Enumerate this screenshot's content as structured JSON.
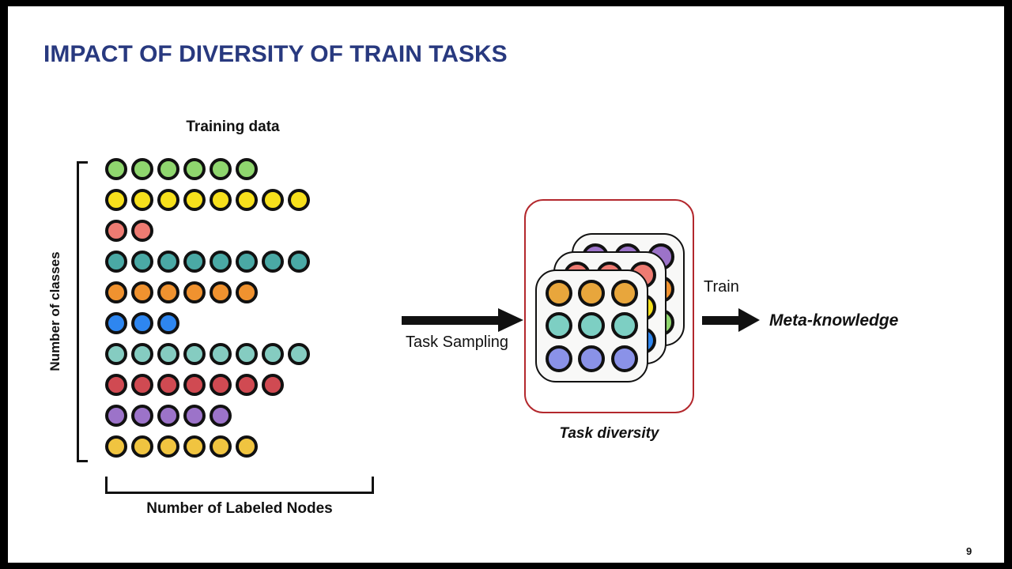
{
  "slide": {
    "title": "IMPACT OF DIVERSITY OF TRAIN TASKS",
    "title_color": "#28397F",
    "page_number": "9"
  },
  "training": {
    "label": "Training data",
    "y_axis_label": "Number of classes",
    "x_axis_label": "Number of Labeled Nodes",
    "dot_outline_color": "#111111",
    "rows": [
      {
        "name": "green",
        "color": "#8FD66E",
        "count": 6
      },
      {
        "name": "yellow",
        "color": "#F7E01C",
        "count": 8
      },
      {
        "name": "salmon",
        "color": "#EE7B72",
        "count": 2
      },
      {
        "name": "teal",
        "color": "#4AA9A5",
        "count": 8
      },
      {
        "name": "orange",
        "color": "#F0922F",
        "count": 6
      },
      {
        "name": "blue",
        "color": "#2E86F0",
        "count": 3
      },
      {
        "name": "aqua",
        "color": "#85CCC1",
        "count": 8
      },
      {
        "name": "red",
        "color": "#D04A52",
        "count": 7
      },
      {
        "name": "purple",
        "color": "#9C73C9",
        "count": 5
      },
      {
        "name": "gold",
        "color": "#F0C440",
        "count": 6
      }
    ]
  },
  "sampling": {
    "label": "Task Sampling"
  },
  "diversity": {
    "label": "Task diversity",
    "box_border_color": "#B3282D",
    "cards": [
      {
        "name": "back-card",
        "rows": [
          [
            "#9C73C9",
            "#9C73C9",
            "#9C73C9"
          ],
          [
            "#F0922F",
            "#F0922F",
            "#F0922F"
          ],
          [
            "#8FD66E",
            "#8FD66E",
            "#8FD66E"
          ]
        ]
      },
      {
        "name": "middle-card",
        "rows": [
          [
            "#EE7B72",
            "#EE7B72",
            "#EE7B72"
          ],
          [
            "#F5E11C",
            "#F5E11C",
            "#F5E11C"
          ],
          [
            "#2E86F0",
            "#2E86F0",
            "#2E86F0"
          ]
        ]
      },
      {
        "name": "front-card",
        "rows": [
          [
            "#E8A63C",
            "#E8A63C",
            "#E8A63C"
          ],
          [
            "#7DCFC3",
            "#7DCFC3",
            "#7DCFC3"
          ],
          [
            "#8A92E8",
            "#8A92E8",
            "#8A92E8"
          ]
        ]
      }
    ]
  },
  "train": {
    "label": "Train",
    "output_label": "Meta-knowledge"
  }
}
